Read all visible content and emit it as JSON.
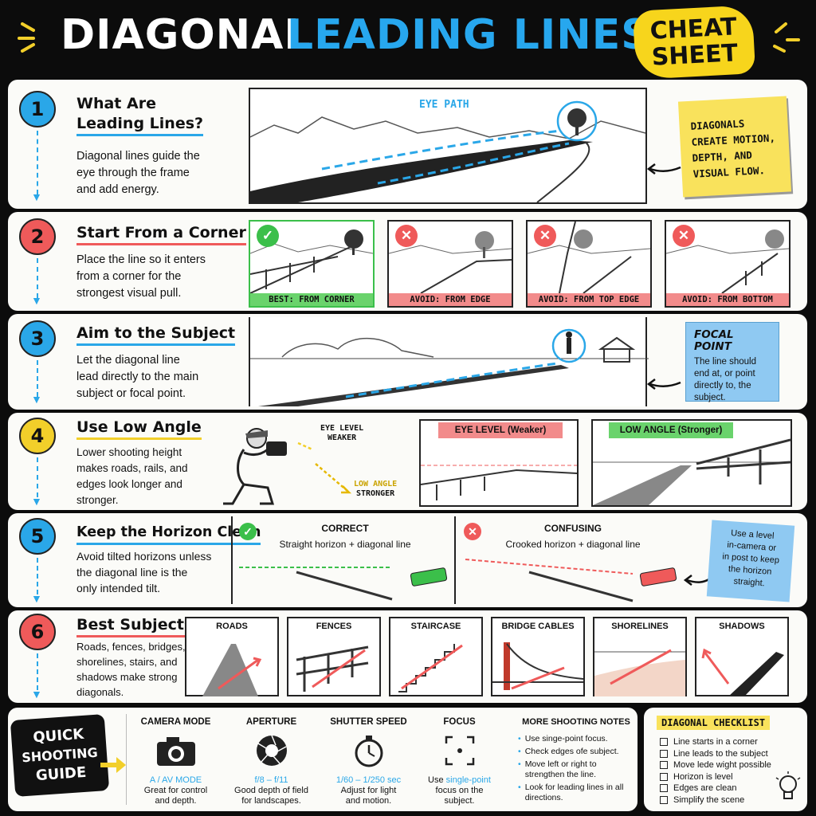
{
  "header": {
    "title_part1": "DIAGONAL",
    "title_part2": "LEADING LINES",
    "badge_line1": "CHEAT",
    "badge_line2": "SHEET"
  },
  "colors": {
    "blue": "#2aa7e8",
    "red": "#ef5a5a",
    "yellow": "#f2cf2a",
    "green": "#3bbf4a",
    "note_yellow": "#f9e25c",
    "note_blue": "#8fc9f2"
  },
  "steps": [
    {
      "number": "1",
      "title_line1": "What Are",
      "title_line2": "Leading Lines?",
      "desc_lines": [
        "Diagonal lines guide the",
        "eye through the frame",
        "and add energy."
      ],
      "illustration_label": "EYE PATH",
      "note_lines": [
        "DIAGONALS",
        "CREATE MOTION,",
        "DEPTH, AND",
        "VISUAL FLOW."
      ]
    },
    {
      "number": "2",
      "title": "Start From a Corner",
      "desc_lines": [
        "Place the line so it enters",
        "from a corner for the",
        "strongest visual pull."
      ],
      "panels": [
        {
          "label": "BEST: FROM CORNER",
          "status": "ok"
        },
        {
          "label": "AVOID: FROM EDGE",
          "status": "bad"
        },
        {
          "label": "AVOID: FROM TOP EDGE",
          "status": "bad"
        },
        {
          "label": "AVOID: FROM BOTTOM",
          "status": "bad"
        }
      ]
    },
    {
      "number": "3",
      "title": "Aim to the Subject",
      "desc_lines": [
        "Let the diagonal line",
        "lead directly to the main",
        "subject or focal point."
      ],
      "note_title": "FOCAL POINT",
      "note_lines": [
        "The line should",
        "end at, or point",
        "directly to, the",
        "subject."
      ]
    },
    {
      "number": "4",
      "title": "Use Low Angle",
      "desc_lines": [
        "Lower shooting height",
        "makes roads, rails, and",
        "edges look longer and",
        "stronger."
      ],
      "eye_level_label_1": "EYE LEVEL",
      "eye_level_label_2": "WEAKER",
      "low_angle_label_1": "LOW ANGLE",
      "low_angle_label_2": "STRONGER",
      "panel_left": "EYE LEVEL (Weaker)",
      "panel_right": "LOW ANGLE (Stronger)"
    },
    {
      "number": "5",
      "title": "Keep the Horizon Clean",
      "desc_lines": [
        "Avoid tilted horizons unless",
        "the diagonal line is the",
        "only intended tilt."
      ],
      "correct_title": "CORRECT",
      "correct_sub": "Straight horizon + diagonal line",
      "confusing_title": "CONFUSING",
      "confusing_sub": "Crooked horizon + diagonal line",
      "note_lines": [
        "Use a level",
        "in-camera or",
        "in post to keep",
        "the horizon",
        "straight."
      ]
    },
    {
      "number": "6",
      "title": "Best Subjects",
      "desc_lines": [
        "Roads, fences, bridges,",
        "shorelines, stairs, and",
        "shadows make strong",
        "diagonals."
      ],
      "subjects": [
        "ROADS",
        "FENCES",
        "STAIRCASE",
        "BRIDGE CABLES",
        "SHORELINES",
        "SHADOWS"
      ]
    }
  ],
  "guide": {
    "badge_lines": [
      "QUICK",
      "SHOOTING",
      "GUIDE"
    ],
    "columns": [
      {
        "heading": "CAMERA MODE",
        "icon": "camera-icon",
        "value": "A / AV MODE",
        "lines": [
          "Great for control",
          "and depth."
        ]
      },
      {
        "heading": "APERTURE",
        "icon": "aperture-icon",
        "value": "f/8 – f/11",
        "lines": [
          "Good depth of field",
          "for landscapes."
        ]
      },
      {
        "heading": "SHUTTER SPEED",
        "icon": "stopwatch-icon",
        "value": "1/60 – 1/250 sec",
        "lines": [
          "Adjust for light",
          "and motion."
        ]
      },
      {
        "heading": "FOCUS",
        "icon": "focus-icon",
        "value_prefix": "Use ",
        "value": "single-point",
        "lines": [
          "focus on the",
          "subject."
        ]
      }
    ],
    "notes_heading": "MORE SHOOTING NOTES",
    "notes": [
      "Use singe-point focus.",
      "Check edges ofe subject.",
      "Move left or right to strengthen the line.",
      "Look for leading lines in all directions."
    ]
  },
  "checklist": {
    "title": "DIAGONAL CHECKLIST",
    "items": [
      "Line starts in a corner",
      "Line leads to the subject",
      "Move lede wight possible",
      "Horizon is level",
      "Edges are clean",
      "Simplify the scene"
    ]
  }
}
